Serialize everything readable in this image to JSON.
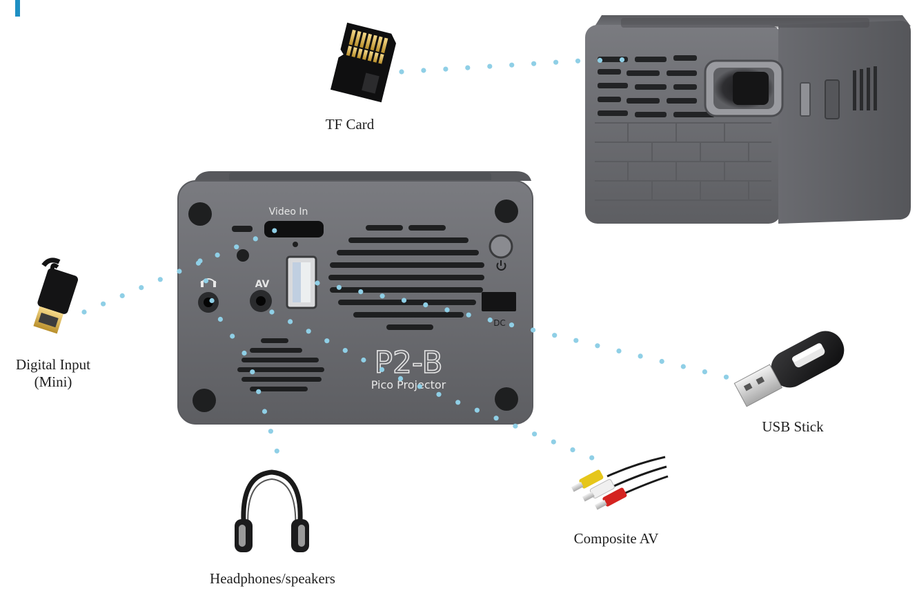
{
  "colors": {
    "accent": "#1e8fc3",
    "dots": "#8fcfe6",
    "body": "#6b6c70",
    "body_dark": "#4e4f53",
    "label": "#1f1f1f"
  },
  "labels": {
    "tf_card": "TF Card",
    "digital_input_line1": "Digital Input",
    "digital_input_line2": "(Mini)",
    "usb_stick": "USB Stick",
    "composite_av": "Composite AV",
    "headphones": "Headphones/speakers"
  },
  "projector": {
    "model": "P2-B",
    "subtitle": "Pico Projector",
    "port_video_in": "Video In",
    "port_av": "AV",
    "port_dc": "DC"
  },
  "icons": [
    "microsd-card-icon",
    "hdmi-cable-icon",
    "usb-stick-icon",
    "rca-cable-icon",
    "headphones-icon",
    "power-icon",
    "headphone-port-icon"
  ]
}
